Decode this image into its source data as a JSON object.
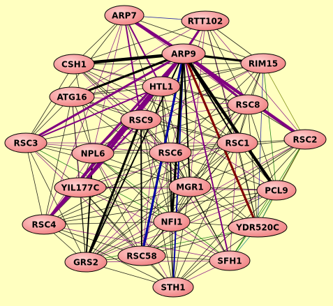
{
  "nodes": [
    {
      "id": "ARP7",
      "label": "ARP7"
    },
    {
      "id": "RTT102",
      "label": "RTT102"
    },
    {
      "id": "ARP9",
      "label": "ARP9"
    },
    {
      "id": "CSH1",
      "label": "CSH1"
    },
    {
      "id": "RIM15",
      "label": "RIM15"
    },
    {
      "id": "HTL1",
      "label": "HTL1"
    },
    {
      "id": "ATG16",
      "label": "ATG16"
    },
    {
      "id": "RSC8",
      "label": "RSC8"
    },
    {
      "id": "RSC9",
      "label": "RSC9"
    },
    {
      "id": "RSC3",
      "label": "RSC3"
    },
    {
      "id": "RSC2",
      "label": "RSC2"
    },
    {
      "id": "NPL6",
      "label": "NPL6"
    },
    {
      "id": "RSC6",
      "label": "RSC6"
    },
    {
      "id": "RSC1",
      "label": "RSC1"
    },
    {
      "id": "YIL177C",
      "label": "YIL177C"
    },
    {
      "id": "MGR1",
      "label": "MGR1"
    },
    {
      "id": "PCL9",
      "label": "PCL9"
    },
    {
      "id": "RSC4",
      "label": "RSC4"
    },
    {
      "id": "NFI1",
      "label": "NFI1"
    },
    {
      "id": "YDR520C",
      "label": "YDR520C"
    },
    {
      "id": "GRS2",
      "label": "GRS2"
    },
    {
      "id": "RSC58",
      "label": "RSC58"
    },
    {
      "id": "SFH1",
      "label": "SFH1"
    },
    {
      "id": "STH1",
      "label": "STH1"
    }
  ],
  "colors": {
    "background": "#ffffc0",
    "node_fill_light": "#ffd0d0",
    "node_fill_dark": "#f08080",
    "node_stroke": "#000000",
    "edge_black": "#000000",
    "edge_purple": "#800080",
    "edge_blue": "#0000a0",
    "edge_darkred": "#800000",
    "edge_green": "#007000",
    "edge_teal": "#008080",
    "edge_olive": "#708000"
  },
  "edges": [
    {
      "s": "ARP9",
      "t": "RSC58",
      "c": "edge_blue",
      "w": 3
    },
    {
      "s": "ARP9",
      "t": "STH1",
      "c": "edge_blue",
      "w": 2
    },
    {
      "s": "ARP9",
      "t": "RSC4",
      "c": "edge_purple",
      "w": 4
    },
    {
      "s": "ARP9",
      "t": "YIL177C",
      "c": "edge_purple",
      "w": 4
    },
    {
      "s": "ARP9",
      "t": "NPL6",
      "c": "edge_purple",
      "w": 3
    },
    {
      "s": "ARP9",
      "t": "RSC3",
      "c": "edge_purple",
      "w": 3
    },
    {
      "s": "ARP9",
      "t": "CSH1",
      "c": "edge_black",
      "w": 4
    },
    {
      "s": "ARP9",
      "t": "RIM15",
      "c": "edge_black",
      "w": 3
    },
    {
      "s": "ARP9",
      "t": "ATG16",
      "c": "edge_black",
      "w": 3
    },
    {
      "s": "ARP9",
      "t": "RSC8",
      "c": "edge_purple",
      "w": 3
    },
    {
      "s": "ARP9",
      "t": "RSC2",
      "c": "edge_purple",
      "w": 4
    },
    {
      "s": "ARP9",
      "t": "YDR520C",
      "c": "edge_darkred",
      "w": 3
    },
    {
      "s": "ARP9",
      "t": "PCL9",
      "c": "edge_black",
      "w": 4
    },
    {
      "s": "ARP9",
      "t": "RSC1",
      "c": "edge_black",
      "w": 2
    },
    {
      "s": "ARP9",
      "t": "MGR1",
      "c": "edge_black",
      "w": 2
    },
    {
      "s": "ARP9",
      "t": "NFI1",
      "c": "edge_black",
      "w": 3
    },
    {
      "s": "ARP9",
      "t": "SFH1",
      "c": "edge_purple",
      "w": 2
    },
    {
      "s": "ARP9",
      "t": "GRS2",
      "c": "edge_black",
      "w": 2
    },
    {
      "s": "ARP7",
      "t": "ARP9",
      "c": "edge_purple",
      "w": 4
    },
    {
      "s": "ARP7",
      "t": "RTT102",
      "c": "edge_blue",
      "w": 1
    },
    {
      "s": "ARP7",
      "t": "RSC9",
      "c": "edge_purple",
      "w": 2
    },
    {
      "s": "ARP7",
      "t": "HTL1",
      "c": "edge_purple",
      "w": 2
    },
    {
      "s": "ARP7",
      "t": "RSC3",
      "c": "edge_black",
      "w": 1
    },
    {
      "s": "ARP7",
      "t": "CSH1",
      "c": "edge_black",
      "w": 1
    },
    {
      "s": "ARP7",
      "t": "RIM15",
      "c": "edge_black",
      "w": 1
    },
    {
      "s": "ARP7",
      "t": "RSC6",
      "c": "edge_black",
      "w": 1
    },
    {
      "s": "ARP7",
      "t": "NPL6",
      "c": "edge_purple",
      "w": 1
    },
    {
      "s": "ARP7",
      "t": "RSC8",
      "c": "edge_purple",
      "w": 1
    },
    {
      "s": "ARP7",
      "t": "RSC4",
      "c": "edge_purple",
      "w": 1
    },
    {
      "s": "RTT102",
      "t": "ARP9",
      "c": "edge_purple",
      "w": 3
    },
    {
      "s": "RTT102",
      "t": "CSH1",
      "c": "edge_black",
      "w": 1
    },
    {
      "s": "RTT102",
      "t": "RIM15",
      "c": "edge_black",
      "w": 1
    },
    {
      "s": "RTT102",
      "t": "RSC8",
      "c": "edge_black",
      "w": 1
    },
    {
      "s": "RTT102",
      "t": "RSC2",
      "c": "edge_purple",
      "w": 1
    },
    {
      "s": "RTT102",
      "t": "RSC6",
      "c": "edge_purple",
      "w": 1
    },
    {
      "s": "RTT102",
      "t": "RSC1",
      "c": "edge_purple",
      "w": 1
    },
    {
      "s": "RTT102",
      "t": "YDR520C",
      "c": "edge_black",
      "w": 1
    },
    {
      "s": "RTT102",
      "t": "HTL1",
      "c": "edge_black",
      "w": 1
    },
    {
      "s": "RTT102",
      "t": "MGR1",
      "c": "edge_purple",
      "w": 1
    },
    {
      "s": "RTT102",
      "t": "ATG16",
      "c": "edge_purple",
      "w": 1
    },
    {
      "s": "CSH1",
      "t": "RIM15",
      "c": "edge_black",
      "w": 1
    },
    {
      "s": "CSH1",
      "t": "HTL1",
      "c": "edge_purple",
      "w": 1
    },
    {
      "s": "CSH1",
      "t": "RSC6",
      "c": "edge_black",
      "w": 1
    },
    {
      "s": "CSH1",
      "t": "RSC3",
      "c": "edge_black",
      "w": 1
    },
    {
      "s": "CSH1",
      "t": "NPL6",
      "c": "edge_black",
      "w": 1
    },
    {
      "s": "CSH1",
      "t": "MGR1",
      "c": "edge_purple",
      "w": 1
    },
    {
      "s": "CSH1",
      "t": "RSC1",
      "c": "edge_black",
      "w": 1
    },
    {
      "s": "CSH1",
      "t": "RSC8",
      "c": "edge_black",
      "w": 1
    },
    {
      "s": "CSH1",
      "t": "RSC9",
      "c": "edge_black",
      "w": 1
    },
    {
      "s": "CSH1",
      "t": "PCL9",
      "c": "edge_purple",
      "w": 1
    },
    {
      "s": "RIM15",
      "t": "HTL1",
      "c": "edge_black",
      "w": 1
    },
    {
      "s": "RIM15",
      "t": "RSC8",
      "c": "edge_black",
      "w": 1
    },
    {
      "s": "RIM15",
      "t": "RSC2",
      "c": "edge_olive",
      "w": 1
    },
    {
      "s": "RIM15",
      "t": "RSC1",
      "c": "edge_black",
      "w": 1
    },
    {
      "s": "RIM15",
      "t": "PCL9",
      "c": "edge_green",
      "w": 1
    },
    {
      "s": "RIM15",
      "t": "RSC6",
      "c": "edge_black",
      "w": 1
    },
    {
      "s": "RIM15",
      "t": "RSC9",
      "c": "edge_black",
      "w": 1
    },
    {
      "s": "RIM15",
      "t": "NPL6",
      "c": "edge_purple",
      "w": 1
    },
    {
      "s": "RIM15",
      "t": "MGR1",
      "c": "edge_black",
      "w": 1
    },
    {
      "s": "RIM15",
      "t": "YDR520C",
      "c": "edge_blue",
      "w": 1
    },
    {
      "s": "RIM15",
      "t": "ATG16",
      "c": "edge_black",
      "w": 1
    },
    {
      "s": "HTL1",
      "t": "RSC9",
      "c": "edge_black",
      "w": 1
    },
    {
      "s": "HTL1",
      "t": "ATG16",
      "c": "edge_black",
      "w": 1
    },
    {
      "s": "HTL1",
      "t": "RSC3",
      "c": "edge_purple",
      "w": 2
    },
    {
      "s": "HTL1",
      "t": "RSC8",
      "c": "edge_black",
      "w": 1
    },
    {
      "s": "HTL1",
      "t": "RSC6",
      "c": "edge_black",
      "w": 1
    },
    {
      "s": "HTL1",
      "t": "NPL6",
      "c": "edge_black",
      "w": 1
    },
    {
      "s": "HTL1",
      "t": "RSC1",
      "c": "edge_black",
      "w": 1
    },
    {
      "s": "HTL1",
      "t": "YIL177C",
      "c": "edge_purple",
      "w": 1
    },
    {
      "s": "HTL1",
      "t": "RSC4",
      "c": "edge_black",
      "w": 1
    },
    {
      "s": "HTL1",
      "t": "MGR1",
      "c": "edge_black",
      "w": 1
    },
    {
      "s": "HTL1",
      "t": "NFI1",
      "c": "edge_black",
      "w": 1
    },
    {
      "s": "HTL1",
      "t": "GRS2",
      "c": "edge_black",
      "w": 1
    },
    {
      "s": "HTL1",
      "t": "RSC58",
      "c": "edge_purple",
      "w": 1
    },
    {
      "s": "HTL1",
      "t": "STH1",
      "c": "edge_black",
      "w": 1
    },
    {
      "s": "ATG16",
      "t": "RSC3",
      "c": "edge_black",
      "w": 1
    },
    {
      "s": "ATG16",
      "t": "NPL6",
      "c": "edge_black",
      "w": 1
    },
    {
      "s": "ATG16",
      "t": "RSC9",
      "c": "edge_black",
      "w": 1
    },
    {
      "s": "ATG16",
      "t": "YIL177C",
      "c": "edge_purple",
      "w": 1
    },
    {
      "s": "ATG16",
      "t": "RSC6",
      "c": "edge_black",
      "w": 1
    },
    {
      "s": "ATG16",
      "t": "RSC4",
      "c": "edge_black",
      "w": 1
    },
    {
      "s": "ATG16",
      "t": "RSC8",
      "c": "edge_purple",
      "w": 1
    },
    {
      "s": "ATG16",
      "t": "RSC1",
      "c": "edge_black",
      "w": 1
    },
    {
      "s": "ATG16",
      "t": "GRS2",
      "c": "edge_black",
      "w": 1
    },
    {
      "s": "ATG16",
      "t": "MGR1",
      "c": "edge_black",
      "w": 1
    },
    {
      "s": "RSC8",
      "t": "RSC2",
      "c": "edge_black",
      "w": 1
    },
    {
      "s": "RSC8",
      "t": "RSC1",
      "c": "edge_black",
      "w": 1
    },
    {
      "s": "RSC8",
      "t": "RSC6",
      "c": "edge_black",
      "w": 1
    },
    {
      "s": "RSC8",
      "t": "RSC9",
      "c": "edge_purple",
      "w": 1
    },
    {
      "s": "RSC8",
      "t": "MGR1",
      "c": "edge_black",
      "w": 1
    },
    {
      "s": "RSC8",
      "t": "PCL9",
      "c": "edge_black",
      "w": 1
    },
    {
      "s": "RSC8",
      "t": "NFI1",
      "c": "edge_black",
      "w": 1
    },
    {
      "s": "RSC8",
      "t": "YDR520C",
      "c": "edge_black",
      "w": 1
    },
    {
      "s": "RSC8",
      "t": "NPL6",
      "c": "edge_black",
      "w": 1
    },
    {
      "s": "RSC8",
      "t": "GRS2",
      "c": "edge_purple",
      "w": 1
    },
    {
      "s": "RSC9",
      "t": "RSC6",
      "c": "edge_black",
      "w": 1
    },
    {
      "s": "RSC9",
      "t": "NPL6",
      "c": "edge_black",
      "w": 1
    },
    {
      "s": "RSC9",
      "t": "RSC3",
      "c": "edge_black",
      "w": 1
    },
    {
      "s": "RSC9",
      "t": "YIL177C",
      "c": "edge_purple",
      "w": 2
    },
    {
      "s": "RSC9",
      "t": "RSC4",
      "c": "edge_purple",
      "w": 2
    },
    {
      "s": "RSC9",
      "t": "MGR1",
      "c": "edge_black",
      "w": 1
    },
    {
      "s": "RSC9",
      "t": "RSC1",
      "c": "edge_black",
      "w": 1
    },
    {
      "s": "RSC9",
      "t": "GRS2",
      "c": "edge_black",
      "w": 3
    },
    {
      "s": "RSC9",
      "t": "RSC58",
      "c": "edge_black",
      "w": 2
    },
    {
      "s": "RSC9",
      "t": "NFI1",
      "c": "edge_black",
      "w": 1
    },
    {
      "s": "RSC9",
      "t": "STH1",
      "c": "edge_black",
      "w": 1
    },
    {
      "s": "RSC9",
      "t": "SFH1",
      "c": "edge_purple",
      "w": 1
    },
    {
      "s": "RSC3",
      "t": "NPL6",
      "c": "edge_black",
      "w": 1
    },
    {
      "s": "RSC3",
      "t": "YIL177C",
      "c": "edge_black",
      "w": 1
    },
    {
      "s": "RSC3",
      "t": "RSC4",
      "c": "edge_black",
      "w": 1
    },
    {
      "s": "RSC3",
      "t": "GRS2",
      "c": "edge_black",
      "w": 1
    },
    {
      "s": "RSC3",
      "t": "RSC6",
      "c": "edge_purple",
      "w": 1
    },
    {
      "s": "RSC3",
      "t": "RSC58",
      "c": "edge_purple",
      "w": 1
    },
    {
      "s": "RSC3",
      "t": "MGR1",
      "c": "edge_black",
      "w": 1
    },
    {
      "s": "RSC3",
      "t": "NFI1",
      "c": "edge_green",
      "w": 1
    },
    {
      "s": "RSC3",
      "t": "RSC1",
      "c": "edge_purple",
      "w": 1
    },
    {
      "s": "RSC2",
      "t": "RSC1",
      "c": "edge_black",
      "w": 1
    },
    {
      "s": "RSC2",
      "t": "PCL9",
      "c": "edge_black",
      "w": 1
    },
    {
      "s": "RSC2",
      "t": "YDR520C",
      "c": "edge_olive",
      "w": 1
    },
    {
      "s": "RSC2",
      "t": "RSC6",
      "c": "edge_black",
      "w": 1
    },
    {
      "s": "RSC2",
      "t": "MGR1",
      "c": "edge_black",
      "w": 1
    },
    {
      "s": "RSC2",
      "t": "NFI1",
      "c": "edge_black",
      "w": 1
    },
    {
      "s": "RSC2",
      "t": "SFH1",
      "c": "edge_green",
      "w": 1
    },
    {
      "s": "RSC2",
      "t": "STH1",
      "c": "edge_black",
      "w": 1
    },
    {
      "s": "RSC2",
      "t": "RSC58",
      "c": "edge_black",
      "w": 1
    },
    {
      "s": "RSC2",
      "t": "GRS2",
      "c": "edge_purple",
      "w": 1
    },
    {
      "s": "NPL6",
      "t": "RSC6",
      "c": "edge_black",
      "w": 1
    },
    {
      "s": "NPL6",
      "t": "YIL177C",
      "c": "edge_black",
      "w": 1
    },
    {
      "s": "NPL6",
      "t": "RSC4",
      "c": "edge_purple",
      "w": 1
    },
    {
      "s": "NPL6",
      "t": "GRS2",
      "c": "edge_black",
      "w": 2
    },
    {
      "s": "NPL6",
      "t": "RSC58",
      "c": "edge_black",
      "w": 1
    },
    {
      "s": "NPL6",
      "t": "MGR1",
      "c": "edge_black",
      "w": 1
    },
    {
      "s": "NPL6",
      "t": "NFI1",
      "c": "edge_black",
      "w": 1
    },
    {
      "s": "NPL6",
      "t": "STH1",
      "c": "edge_purple",
      "w": 1
    },
    {
      "s": "NPL6",
      "t": "SFH1",
      "c": "edge_green",
      "w": 1
    },
    {
      "s": "NPL6",
      "t": "RSC1",
      "c": "edge_black",
      "w": 1
    },
    {
      "s": "RSC6",
      "t": "RSC1",
      "c": "edge_black",
      "w": 1
    },
    {
      "s": "RSC6",
      "t": "MGR1",
      "c": "edge_black",
      "w": 1
    },
    {
      "s": "RSC6",
      "t": "NFI1",
      "c": "edge_black",
      "w": 2
    },
    {
      "s": "RSC6",
      "t": "YIL177C",
      "c": "edge_black",
      "w": 1
    },
    {
      "s": "RSC6",
      "t": "RSC4",
      "c": "edge_black",
      "w": 1
    },
    {
      "s": "RSC6",
      "t": "GRS2",
      "c": "edge_black",
      "w": 1
    },
    {
      "s": "RSC6",
      "t": "RSC58",
      "c": "edge_purple",
      "w": 1
    },
    {
      "s": "RSC6",
      "t": "STH1",
      "c": "edge_black",
      "w": 1
    },
    {
      "s": "RSC6",
      "t": "SFH1",
      "c": "edge_black",
      "w": 1
    },
    {
      "s": "RSC6",
      "t": "PCL9",
      "c": "edge_black",
      "w": 1
    },
    {
      "s": "RSC6",
      "t": "YDR520C",
      "c": "edge_black",
      "w": 1
    },
    {
      "s": "RSC1",
      "t": "MGR1",
      "c": "edge_black",
      "w": 1
    },
    {
      "s": "RSC1",
      "t": "PCL9",
      "c": "edge_black",
      "w": 1
    },
    {
      "s": "RSC1",
      "t": "YDR520C",
      "c": "edge_black",
      "w": 1
    },
    {
      "s": "RSC1",
      "t": "NFI1",
      "c": "edge_black",
      "w": 1
    },
    {
      "s": "RSC1",
      "t": "SFH1",
      "c": "edge_purple",
      "w": 1
    },
    {
      "s": "RSC1",
      "t": "STH1",
      "c": "edge_black",
      "w": 1
    },
    {
      "s": "RSC1",
      "t": "RSC58",
      "c": "edge_black",
      "w": 1
    },
    {
      "s": "RSC1",
      "t": "GRS2",
      "c": "edge_black",
      "w": 1
    },
    {
      "s": "RSC1",
      "t": "YIL177C",
      "c": "edge_purple",
      "w": 1
    },
    {
      "s": "RSC1",
      "t": "RSC4",
      "c": "edge_black",
      "w": 1
    },
    {
      "s": "YIL177C",
      "t": "RSC4",
      "c": "edge_black",
      "w": 1
    },
    {
      "s": "YIL177C",
      "t": "GRS2",
      "c": "edge_black",
      "w": 1
    },
    {
      "s": "YIL177C",
      "t": "RSC58",
      "c": "edge_black",
      "w": 1
    },
    {
      "s": "YIL177C",
      "t": "MGR1",
      "c": "edge_black",
      "w": 1
    },
    {
      "s": "YIL177C",
      "t": "NFI1",
      "c": "edge_black",
      "w": 1
    },
    {
      "s": "YIL177C",
      "t": "STH1",
      "c": "edge_black",
      "w": 1
    },
    {
      "s": "YIL177C",
      "t": "SFH1",
      "c": "edge_purple",
      "w": 1
    },
    {
      "s": "YIL177C",
      "t": "PCL9",
      "c": "edge_purple",
      "w": 1
    },
    {
      "s": "MGR1",
      "t": "NFI1",
      "c": "edge_black",
      "w": 1
    },
    {
      "s": "MGR1",
      "t": "PCL9",
      "c": "edge_black",
      "w": 1
    },
    {
      "s": "MGR1",
      "t": "YDR520C",
      "c": "edge_black",
      "w": 1
    },
    {
      "s": "MGR1",
      "t": "RSC58",
      "c": "edge_black",
      "w": 1
    },
    {
      "s": "MGR1",
      "t": "GRS2",
      "c": "edge_black",
      "w": 1
    },
    {
      "s": "MGR1",
      "t": "STH1",
      "c": "edge_black",
      "w": 1
    },
    {
      "s": "MGR1",
      "t": "SFH1",
      "c": "edge_black",
      "w": 1
    },
    {
      "s": "MGR1",
      "t": "RSC4",
      "c": "edge_black",
      "w": 1
    },
    {
      "s": "PCL9",
      "t": "YDR520C",
      "c": "edge_teal",
      "w": 1
    },
    {
      "s": "PCL9",
      "t": "NFI1",
      "c": "edge_black",
      "w": 1
    },
    {
      "s": "PCL9",
      "t": "SFH1",
      "c": "edge_green",
      "w": 1
    },
    {
      "s": "PCL9",
      "t": "STH1",
      "c": "edge_black",
      "w": 1
    },
    {
      "s": "PCL9",
      "t": "RSC58",
      "c": "edge_black",
      "w": 1
    },
    {
      "s": "PCL9",
      "t": "GRS2",
      "c": "edge_purple",
      "w": 1
    },
    {
      "s": "PCL9",
      "t": "RSC4",
      "c": "edge_black",
      "w": 1
    },
    {
      "s": "RSC4",
      "t": "GRS2",
      "c": "edge_black",
      "w": 1
    },
    {
      "s": "RSC4",
      "t": "RSC58",
      "c": "edge_black",
      "w": 1
    },
    {
      "s": "RSC4",
      "t": "NFI1",
      "c": "edge_black",
      "w": 1
    },
    {
      "s": "RSC4",
      "t": "STH1",
      "c": "edge_black",
      "w": 1
    },
    {
      "s": "RSC4",
      "t": "SFH1",
      "c": "edge_purple",
      "w": 1
    },
    {
      "s": "NFI1",
      "t": "YDR520C",
      "c": "edge_black",
      "w": 1
    },
    {
      "s": "NFI1",
      "t": "GRS2",
      "c": "edge_black",
      "w": 1
    },
    {
      "s": "NFI1",
      "t": "RSC58",
      "c": "edge_black",
      "w": 1
    },
    {
      "s": "NFI1",
      "t": "STH1",
      "c": "edge_black",
      "w": 1
    },
    {
      "s": "NFI1",
      "t": "SFH1",
      "c": "edge_purple",
      "w": 1
    },
    {
      "s": "YDR520C",
      "t": "SFH1",
      "c": "edge_teal",
      "w": 1
    },
    {
      "s": "YDR520C",
      "t": "STH1",
      "c": "edge_black",
      "w": 1
    },
    {
      "s": "YDR520C",
      "t": "RSC58",
      "c": "edge_black",
      "w": 1
    },
    {
      "s": "YDR520C",
      "t": "GRS2",
      "c": "edge_green",
      "w": 1
    },
    {
      "s": "GRS2",
      "t": "RSC58",
      "c": "edge_black",
      "w": 1
    },
    {
      "s": "GRS2",
      "t": "STH1",
      "c": "edge_black",
      "w": 1
    },
    {
      "s": "GRS2",
      "t": "SFH1",
      "c": "edge_purple",
      "w": 1
    },
    {
      "s": "RSC58",
      "t": "STH1",
      "c": "edge_black",
      "w": 1
    },
    {
      "s": "RSC58",
      "t": "SFH1",
      "c": "edge_black",
      "w": 1
    },
    {
      "s": "SFH1",
      "t": "STH1",
      "c": "edge_purple",
      "w": 1
    }
  ]
}
